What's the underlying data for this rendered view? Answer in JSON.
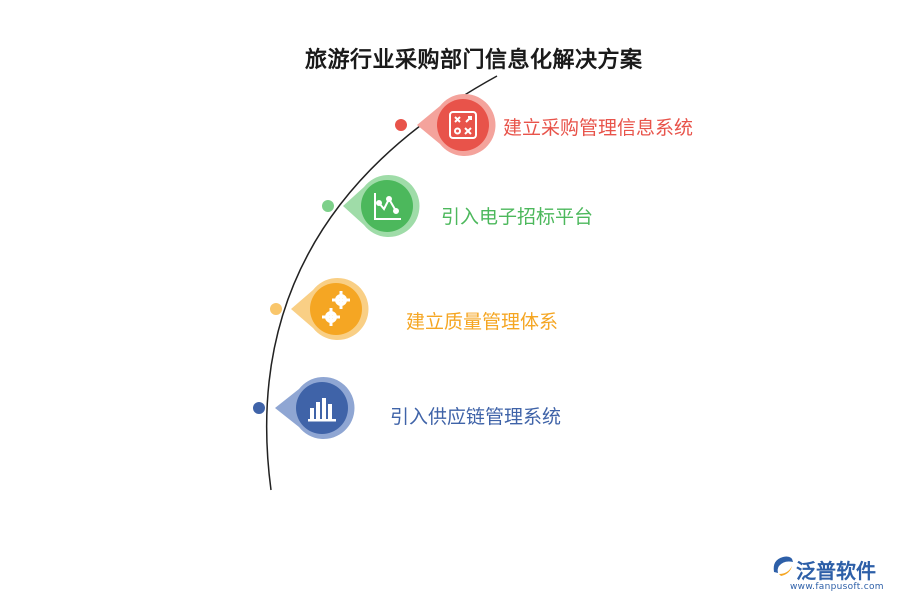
{
  "title": "旅游行业采购部门信息化解决方案",
  "items": [
    {
      "label": "建立采购管理信息系统",
      "color": "#e8534a",
      "light": "#f4a39c",
      "icon": "tactics-board-icon"
    },
    {
      "label": "引入电子招标平台",
      "color": "#4cb85c",
      "light": "#9fdca8",
      "icon": "line-chart-icon"
    },
    {
      "label": "建立质量管理体系",
      "color": "#f5a623",
      "light": "#f9cf85",
      "icon": "gears-icon"
    },
    {
      "label": "引入供应链管理系统",
      "color": "#3f63a8",
      "light": "#8fa6d3",
      "icon": "bar-chart-icon"
    }
  ],
  "watermark": {
    "name": "泛普软件",
    "url": "www.fanpusoft.com",
    "color": "#2d5fa8"
  }
}
